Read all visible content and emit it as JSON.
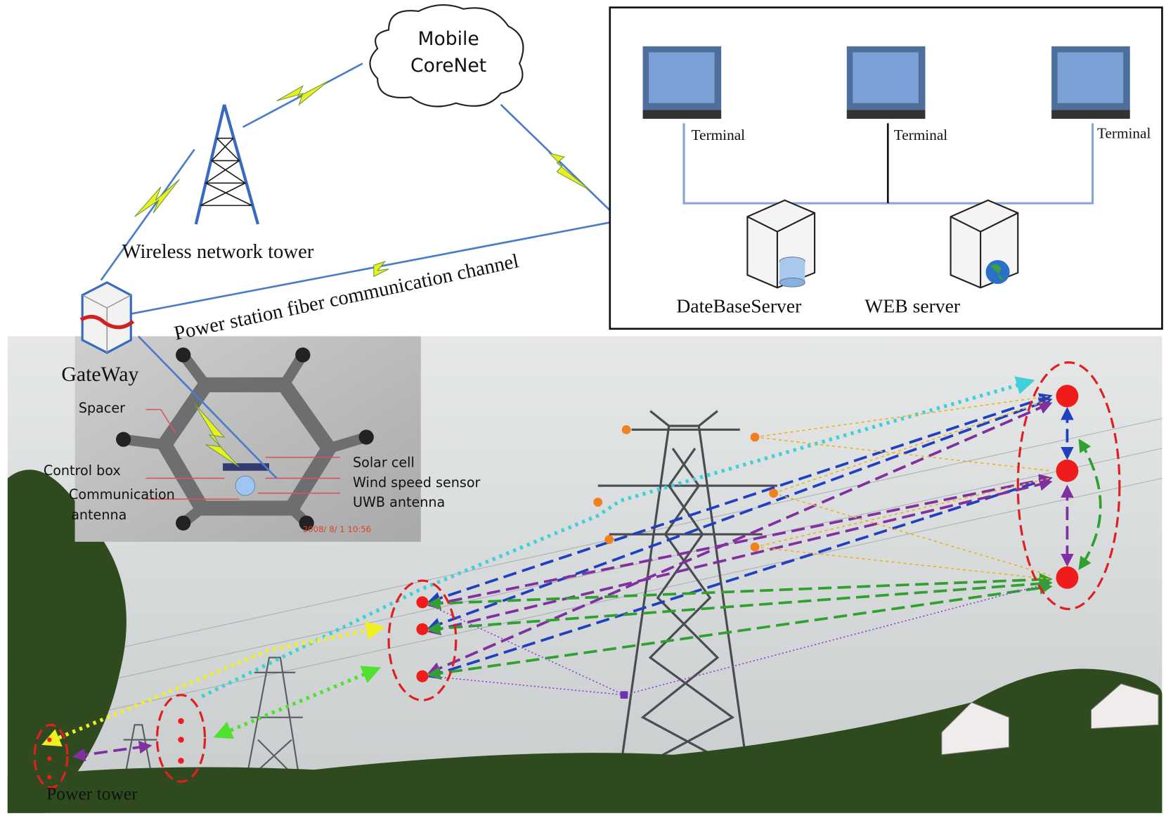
{
  "network": {
    "cloud_line1": "Mobile",
    "cloud_line2": "CoreNet",
    "tower_label": "Wireless  network  tower",
    "fiber_label": "Power  station  fiber  communication  channel",
    "gateway_label": "GateWay"
  },
  "server_room": {
    "terminals": [
      "Terminal",
      "Terminal",
      "Terminal"
    ],
    "db_server": "DateBaseServer",
    "web_server": "WEB  server"
  },
  "spacer_inset": {
    "spacer": "Spacer",
    "control_box": "Control  box",
    "comm_antenna_line1": "Communication",
    "comm_antenna_line2": "antenna",
    "solar_cell": "Solar cell",
    "wind_sensor": "Wind speed  sensor",
    "uwb_antenna": "UWB antenna",
    "timestamp": "2008/ 8/ 1 10:56"
  },
  "field": {
    "power_tower_label": "Power  tower"
  },
  "colors": {
    "link_blue": "#4a7cc8",
    "bolt_yellow": "#e8f020",
    "node_red": "#f01c1c",
    "cyan": "#40d0d8",
    "yellow": "#f0f020",
    "green": "#30a030",
    "purple": "#8030a0",
    "orange": "#f0b020",
    "dark_blue": "#2040c0"
  }
}
